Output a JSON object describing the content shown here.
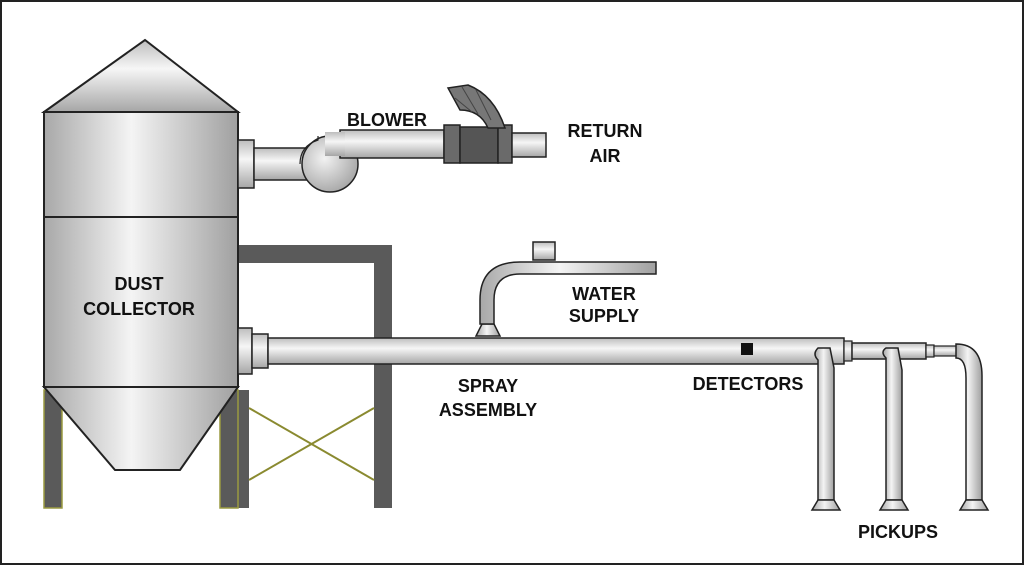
{
  "labels": {
    "blower": "BLOWER",
    "return_air_1": "RETURN",
    "return_air_2": "AIR",
    "dust_collector_1": "DUST",
    "dust_collector_2": "COLLECTOR",
    "water_supply_1": "WATER",
    "water_supply_2": "SUPPLY",
    "spray_assembly_1": "SPRAY",
    "spray_assembly_2": "ASSEMBLY",
    "detectors": "DETECTORS",
    "pickups": "PICKUPS"
  },
  "colors": {
    "frame": "#5a5a5a",
    "leg_outline": "#9a9a40",
    "brace": "#8a8a30",
    "metal_light": "#f4f4f4",
    "metal_dark": "#b4b4b4",
    "outline": "#222222",
    "blower_body": "#555555",
    "detector": "#111111"
  }
}
